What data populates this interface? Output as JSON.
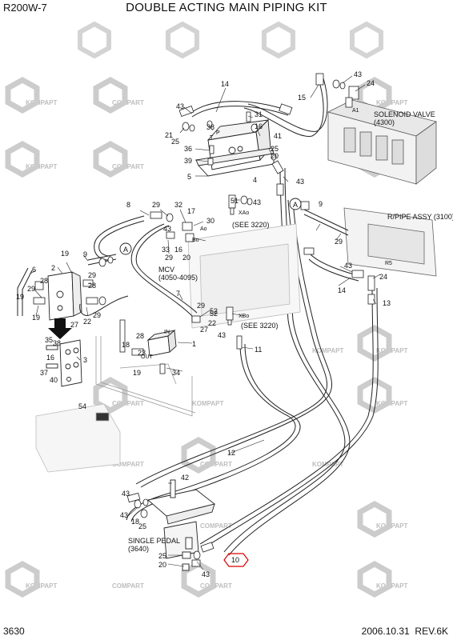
{
  "header": {
    "model": "R200W-7",
    "title": "DOUBLE ACTING MAIN PIPING KIT"
  },
  "footer": {
    "page": "3630",
    "date": "2006.10.31",
    "rev": "REV.6K"
  },
  "watermarks": [
    "KOMPAPT",
    "COMPART"
  ],
  "callouts": {
    "c1": "1",
    "c2": "2",
    "c3": "3",
    "c4": "4",
    "c5": "5",
    "c6": "6",
    "c7": "7",
    "c8": "8",
    "c9": "9",
    "c10": "10",
    "c11": "11",
    "c12": "12",
    "c13": "13",
    "c14": "14",
    "c15": "15",
    "c16": "16",
    "c17": "17",
    "c18": "18",
    "c19": "19",
    "c20": "20",
    "c21": "21",
    "c22": "22",
    "c23": "23",
    "c24": "24",
    "c25": "25",
    "c26": "26",
    "c27": "27",
    "c28": "28",
    "c29": "29",
    "c30": "30",
    "c31": "31",
    "c32": "32",
    "c33": "33",
    "c34": "34",
    "c35": "35",
    "c36": "36",
    "c37": "37",
    "c38": "38",
    "c39": "39",
    "c40": "40",
    "c41": "41",
    "c42": "42",
    "c43": "43",
    "c51": "51",
    "c52": "52",
    "c54": "54"
  },
  "notes": {
    "solenoid": "SOLENOID VALVE",
    "solenoid_ref": "(4300)",
    "ripe": "R/PIPE ASSY (3100)",
    "mcv": "MCV",
    "mcv_ref": "(4050-4095)",
    "see3220a": "(SEE 3220)",
    "see3220b": "(SEE 3220)",
    "pedal": "SINGLE PEDAL",
    "pedal_ref": "(3640)",
    "xao": "XAo",
    "xbo": "XBo",
    "ao": "Ao",
    "bo": "Bo",
    "in": "IN",
    "out": "OUT",
    "a1": "A1",
    "r5": "R5",
    "t": "T",
    "p": "P",
    "circleA": "A"
  }
}
